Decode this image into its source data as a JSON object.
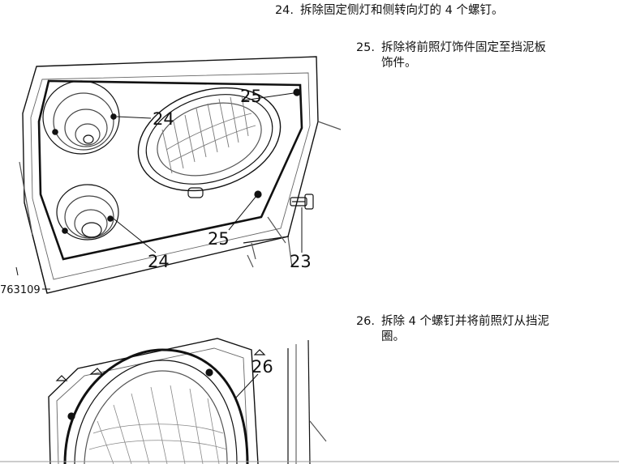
{
  "steps": [
    {
      "number": "24.",
      "line1": "拆除固定侧灯和侧转向灯的 4 个螺钉。",
      "line2": ""
    },
    {
      "number": "25.",
      "line1": "拆除将前照灯饰件固定至挡泥板",
      "line2": "饰件。"
    },
    {
      "number": "26.",
      "line1": "拆除 4 个螺钉并将前照灯从挡泥",
      "line2": "圈。"
    }
  ],
  "figure1": {
    "id": "763109",
    "callouts": {
      "a": "24",
      "b": "25",
      "c": "25",
      "d": "24",
      "e": "23"
    }
  },
  "figure2": {
    "callouts": {
      "a": "26"
    }
  }
}
